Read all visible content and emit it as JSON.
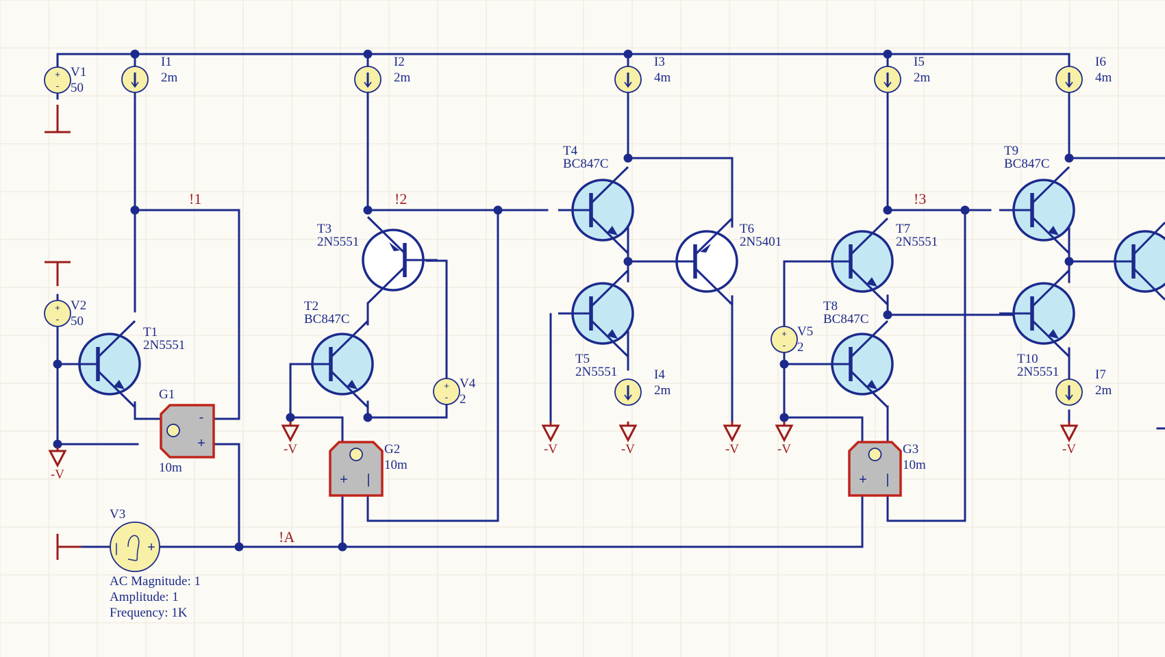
{
  "colors": {
    "background": "#fcfaf4",
    "wire": "#1c2a8c",
    "net_label": "#9c1c1c",
    "npn_fill": "#c3e8f4",
    "pnp_fill": "#ffffff",
    "source_fill": "#f7f0a6",
    "vccs_body": "#bdbdbd",
    "vccs_border": "#c0241c"
  },
  "net_labels": [
    "!1",
    "!2",
    "!3",
    "!A"
  ],
  "neg_supply_label": "-V",
  "dc_sources": [
    {
      "designator": "V1",
      "value": "50"
    },
    {
      "designator": "V2",
      "value": "50"
    },
    {
      "designator": "V4",
      "value": "2"
    },
    {
      "designator": "V5",
      "value": "2"
    }
  ],
  "ac_source": {
    "designator": "V3",
    "lines": [
      "AC Magnitude: 1",
      "Amplitude: 1",
      "Frequency: 1K"
    ]
  },
  "current_sources": [
    {
      "designator": "I1",
      "value": "2m"
    },
    {
      "designator": "I2",
      "value": "2m"
    },
    {
      "designator": "I3",
      "value": "4m"
    },
    {
      "designator": "I4",
      "value": "2m"
    },
    {
      "designator": "I5",
      "value": "2m"
    },
    {
      "designator": "I6",
      "value": "4m"
    },
    {
      "designator": "I7",
      "value": "2m"
    }
  ],
  "transistors": [
    {
      "designator": "T1",
      "part": "2N5551",
      "kind": "npn"
    },
    {
      "designator": "T2",
      "part": "BC847C",
      "kind": "npn"
    },
    {
      "designator": "T3",
      "part": "2N5551",
      "kind": "pnp"
    },
    {
      "designator": "T4",
      "part": "BC847C",
      "kind": "npn"
    },
    {
      "designator": "T5",
      "part": "2N5551",
      "kind": "npn"
    },
    {
      "designator": "T6",
      "part": "2N5401",
      "kind": "pnp"
    },
    {
      "designator": "T7",
      "part": "2N5551",
      "kind": "npn"
    },
    {
      "designator": "T8",
      "part": "BC847C",
      "kind": "npn"
    },
    {
      "designator": "T9",
      "part": "BC847C",
      "kind": "npn"
    },
    {
      "designator": "T10",
      "part": "2N5551",
      "kind": "npn"
    }
  ],
  "vccs": [
    {
      "designator": "G1",
      "value": "10m"
    },
    {
      "designator": "G2",
      "value": "10m"
    },
    {
      "designator": "G3",
      "value": "10m"
    }
  ]
}
